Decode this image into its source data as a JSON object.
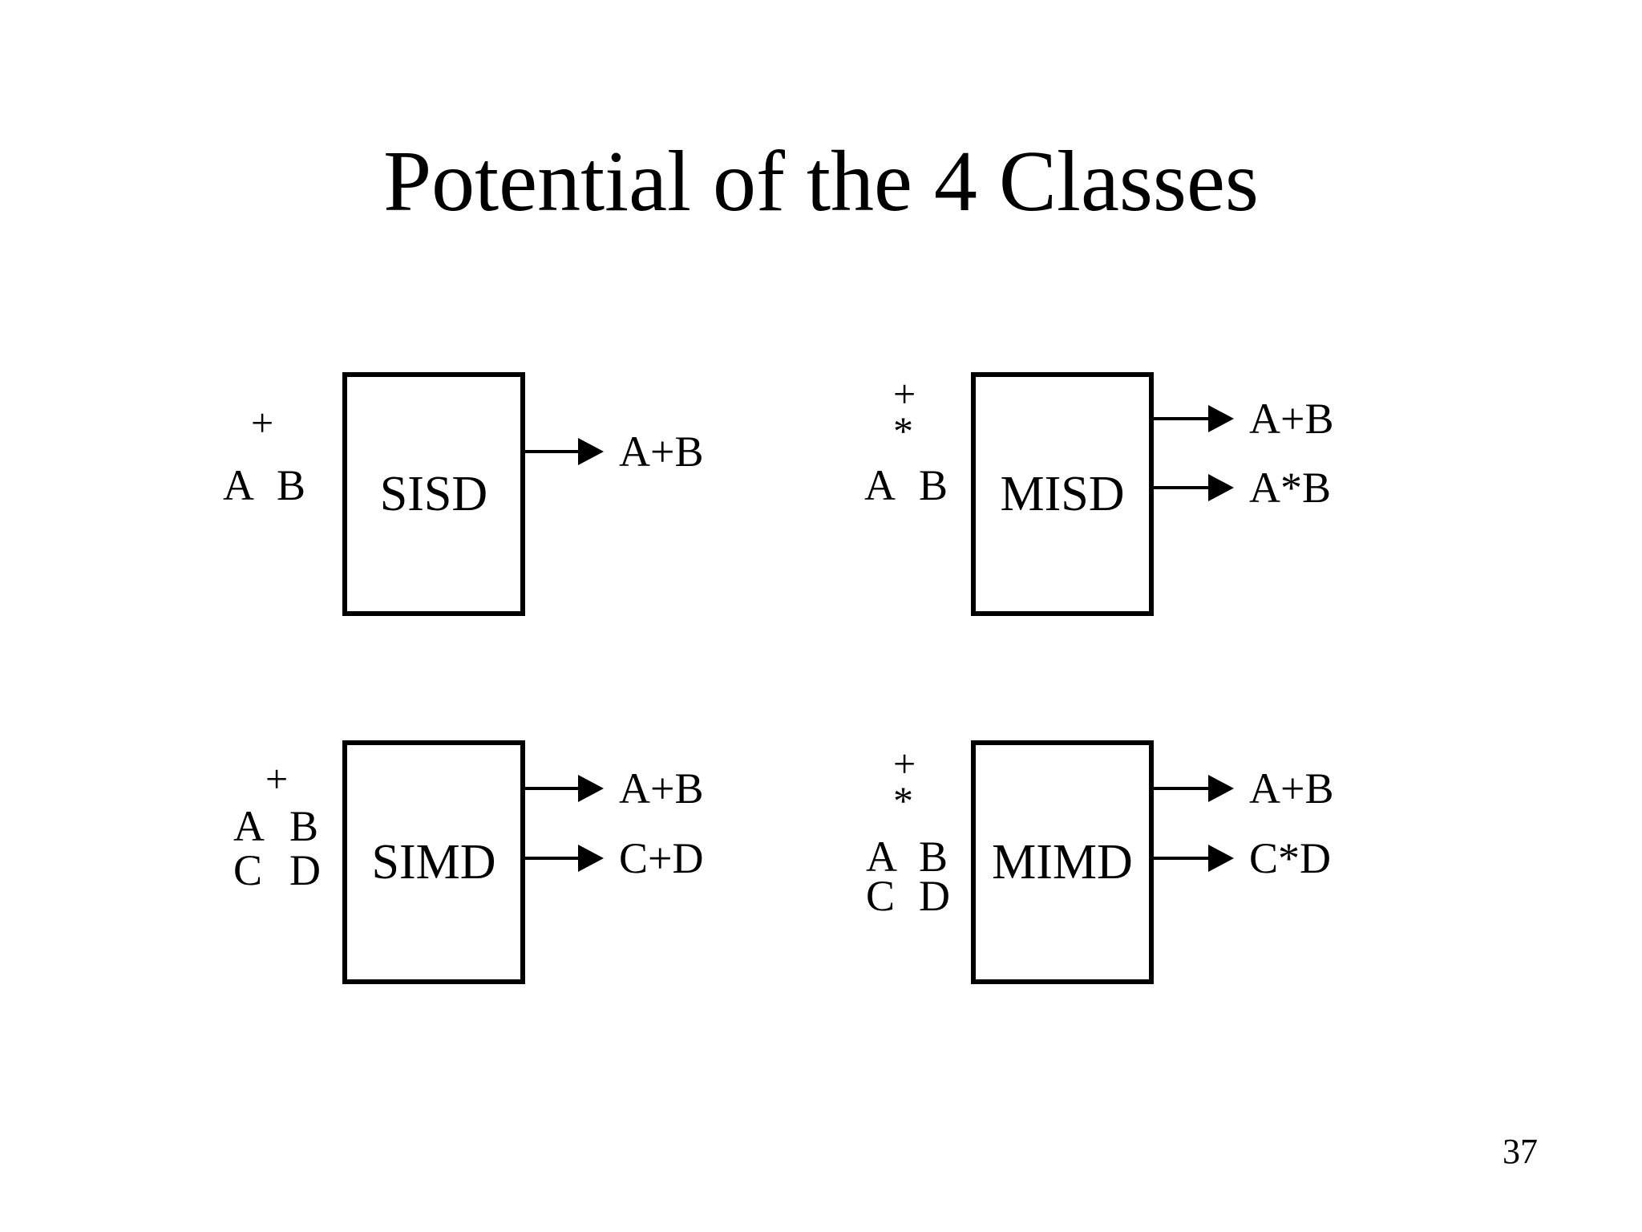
{
  "slide": {
    "title": "Potential of the 4 Classes",
    "page_number": "37",
    "background_color": "#ffffff",
    "ink_color": "#000000"
  },
  "units": [
    {
      "id": "sisd",
      "name": "SISD",
      "operators": [
        "+"
      ],
      "input_rows": [
        [
          "A",
          "B"
        ]
      ],
      "outputs": [
        "A+B"
      ]
    },
    {
      "id": "misd",
      "name": "MISD",
      "operators": [
        "+",
        "*"
      ],
      "input_rows": [
        [
          "A",
          "B"
        ]
      ],
      "outputs": [
        "A+B",
        "A*B"
      ]
    },
    {
      "id": "simd",
      "name": "SIMD",
      "operators": [
        "+"
      ],
      "input_rows": [
        [
          "A",
          "B"
        ],
        [
          "C",
          "D"
        ]
      ],
      "outputs": [
        "A+B",
        "C+D"
      ]
    },
    {
      "id": "mimd",
      "name": "MIMD",
      "operators": [
        "+",
        "*"
      ],
      "input_rows": [
        [
          "A",
          "B"
        ],
        [
          "C",
          "D"
        ]
      ],
      "outputs": [
        "A+B",
        "C*D"
      ]
    }
  ]
}
